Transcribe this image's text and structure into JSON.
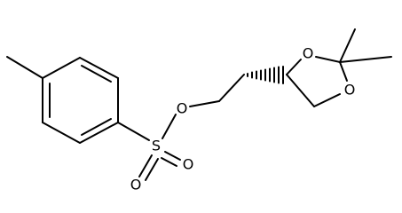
{
  "molecule": {
    "atoms": {
      "o_ester": "O",
      "s": "S",
      "o_s1": "O",
      "o_s2": "O",
      "o_ring_top": "O",
      "o_ring_bottom": "O"
    },
    "colors": {
      "bond": "#000000",
      "label": "#000000",
      "background": "#ffffff"
    }
  }
}
